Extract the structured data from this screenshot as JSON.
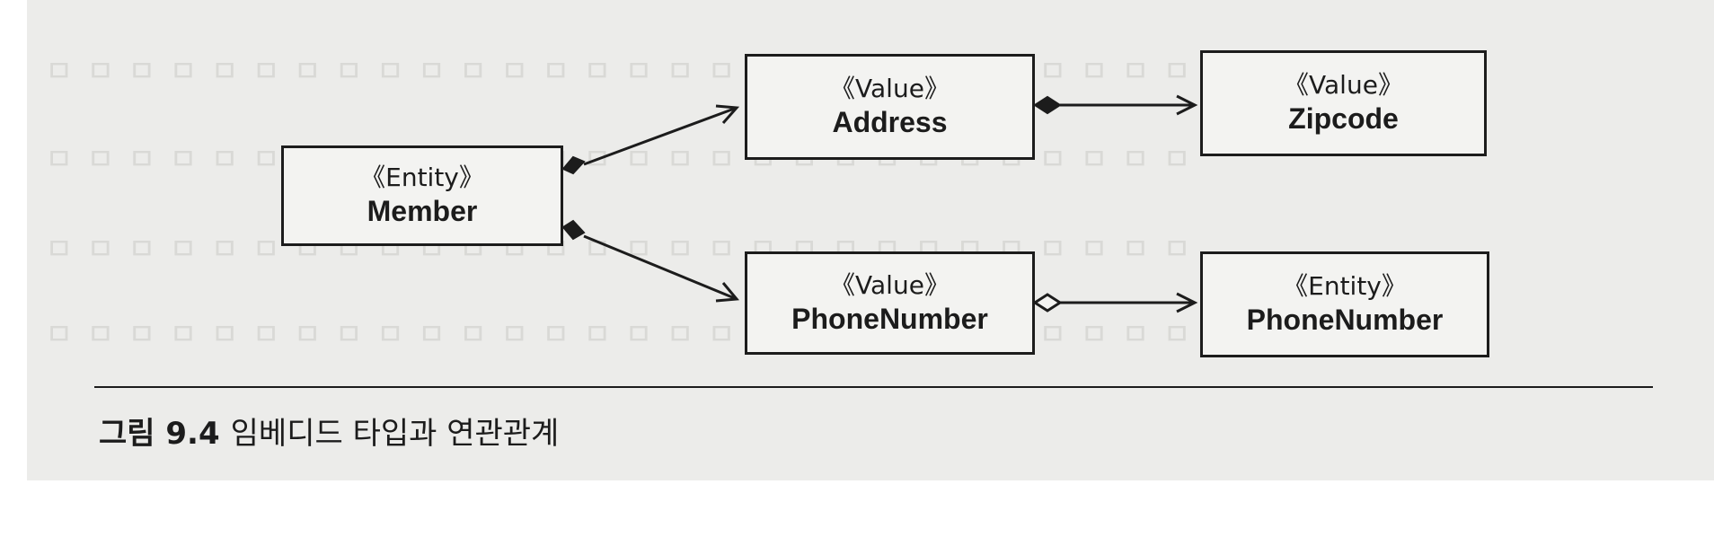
{
  "diagram": {
    "nodes": [
      {
        "id": "member",
        "stereotype": "《Entity》",
        "name": "Member"
      },
      {
        "id": "address",
        "stereotype": "《Value》",
        "name": "Address"
      },
      {
        "id": "zipcode",
        "stereotype": "《Value》",
        "name": "Zipcode"
      },
      {
        "id": "phone_value",
        "stereotype": "《Value》",
        "name": "PhoneNumber"
      },
      {
        "id": "phone_entity",
        "stereotype": "《Entity》",
        "name": "PhoneNumber"
      }
    ],
    "edges": [
      {
        "from": "member",
        "to": "address",
        "kind": "composition"
      },
      {
        "from": "member",
        "to": "phone_value",
        "kind": "composition"
      },
      {
        "from": "address",
        "to": "zipcode",
        "kind": "composition"
      },
      {
        "from": "phone_value",
        "to": "phone_entity",
        "kind": "aggregation"
      }
    ],
    "colors": {
      "stroke": "#1c1c1c",
      "box_fill": "#f3f3f1",
      "paper": "#ececea"
    }
  },
  "caption": {
    "figure_label": "그림 9.4",
    "title": "임베디드 타입과 연관관계"
  }
}
